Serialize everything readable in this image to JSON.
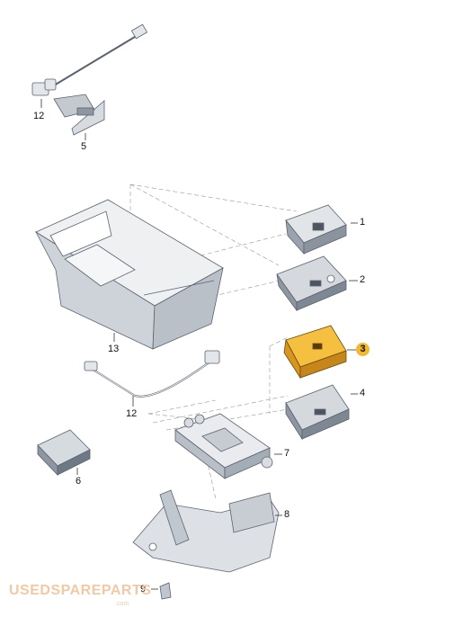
{
  "callouts": {
    "c1": "1",
    "c2": "2",
    "c3": "3",
    "c4": "4",
    "c5": "5",
    "c6": "6",
    "c7": "7",
    "c8": "8",
    "c9": "9",
    "c12_top": "12",
    "c12_mid": "12",
    "c13": "13"
  },
  "highlight_color": "#f2b830",
  "watermark": {
    "text": "USEDSPAREPARTS",
    "sub": ".com"
  }
}
